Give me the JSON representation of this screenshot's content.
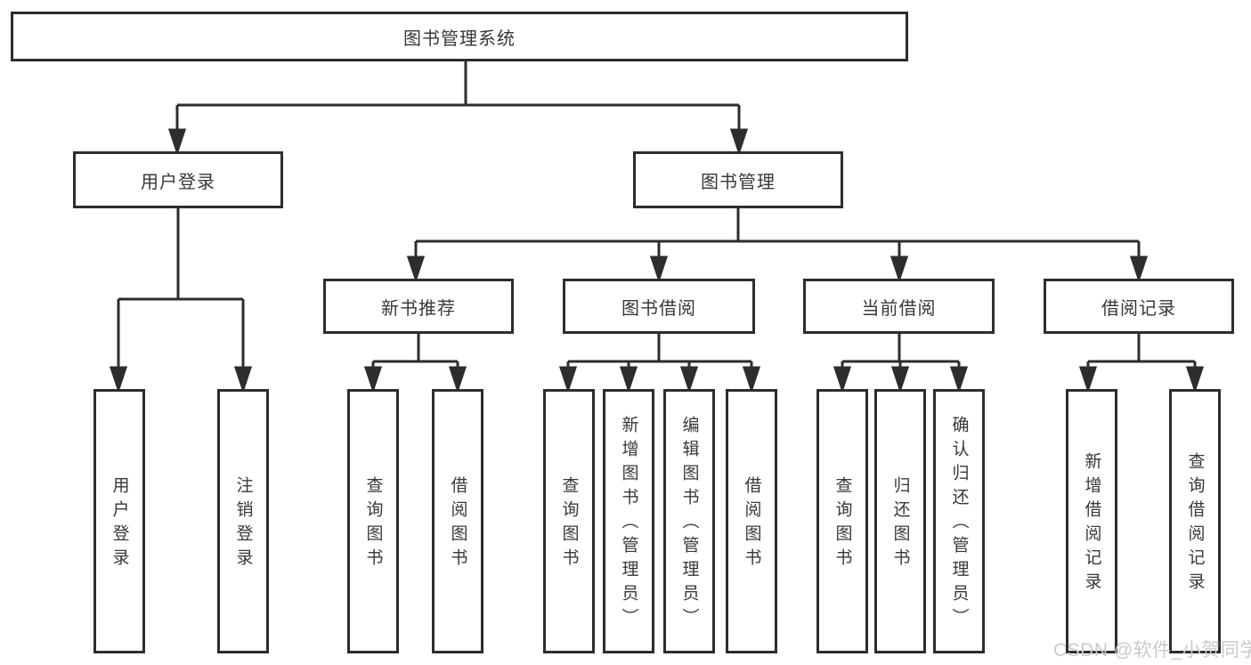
{
  "diagram": {
    "root": {
      "label": "图书管理系统"
    },
    "branches": [
      {
        "label": "用户登录",
        "leaves": [
          "用户登录",
          "注销登录"
        ]
      },
      {
        "label": "图书管理",
        "groups": [
          {
            "label": "新书推荐",
            "leaves": [
              "查询图书",
              "借阅图书"
            ]
          },
          {
            "label": "图书借阅",
            "leaves": [
              "查询图书",
              "新增图书（管理员）",
              "编辑图书（管理员）",
              "借阅图书"
            ]
          },
          {
            "label": "当前借阅",
            "leaves": [
              "查询图书",
              "归还图书",
              "确认归还（管理员）"
            ]
          },
          {
            "label": "借阅记录",
            "leaves": [
              "新增借阅记录",
              "查询借阅记录"
            ]
          }
        ]
      }
    ]
  },
  "watermark": {
    "text": "CSDN @软件_小贺同学"
  },
  "colors": {
    "line": "#2d2d2d",
    "text": "#383838",
    "background": "#ffffff",
    "watermark": "#c8cad0"
  }
}
